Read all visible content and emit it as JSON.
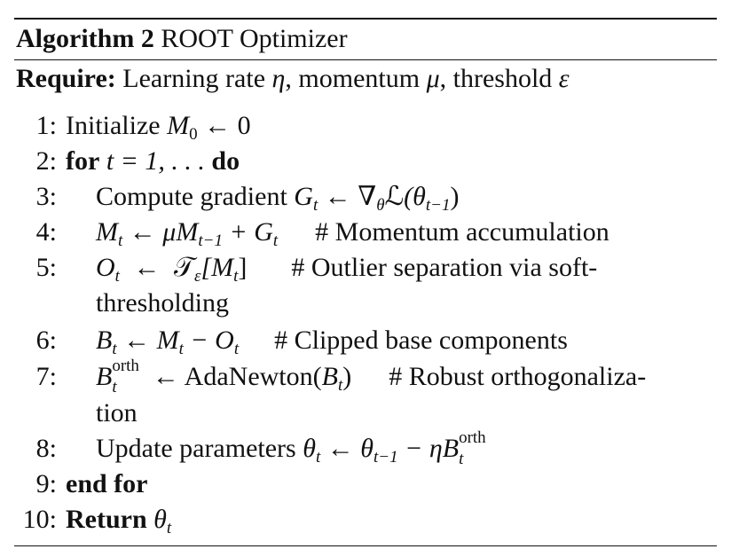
{
  "caption": {
    "label": "Algorithm 2",
    "title": "ROOT Optimizer"
  },
  "require": {
    "label": "Require:",
    "text_a": "Learning rate ",
    "eta": "η",
    "text_b": ", momentum ",
    "mu": "μ",
    "text_c": ", threshold ",
    "eps": "ε"
  },
  "steps": [
    {
      "num": "1:"
    },
    {
      "num": "2:"
    },
    {
      "num": "3:"
    },
    {
      "num": "4:"
    },
    {
      "num": "5:"
    },
    {
      "num": "6:"
    },
    {
      "num": "7:"
    },
    {
      "num": "8:"
    },
    {
      "num": "9:"
    },
    {
      "num": "10:"
    }
  ],
  "s1": {
    "text": "Initialize ",
    "M": "M",
    "sub": "0",
    "rest": " ← 0"
  },
  "s2": {
    "kw_for": "for",
    "expr": " t = 1, . . . ",
    "kw_do": "do"
  },
  "s3": {
    "text": "Compute gradient ",
    "G": "G",
    "sub_t": "t",
    "arrow": " ← ∇",
    "sub_theta": "θ",
    "L": "ℒ",
    "open": "(θ",
    "sub_tm1": "t−1",
    "close": ")"
  },
  "s4": {
    "M": "M",
    "sub_t": "t",
    "mid": " ← μM",
    "sub_tm1": "t−1",
    "plus": " + G",
    "sub_t2": "t",
    "comment": "# Momentum accumulation"
  },
  "s5": {
    "O": "O",
    "sub_t": "t",
    "arrow": " ← ",
    "T": "𝒯",
    "sub_eps": "ε",
    "br": "[M",
    "sub_t2": "t",
    "br_close": "]",
    "comment": "# Outlier separation via soft-",
    "cont": "thresholding"
  },
  "s6": {
    "B": "B",
    "sub_t": "t",
    "mid": " ← M",
    "sub_t2": "t",
    "minus": " − O",
    "sub_t3": "t",
    "comment": "# Clipped base components"
  },
  "s7": {
    "B": "B",
    "sup": "orth",
    "sub_t": "t",
    "arrow": " ← AdaNewton(",
    "B2": "B",
    "sub_t2": "t",
    "close": ")",
    "comment": "# Robust orthogonaliza-",
    "cont": "tion"
  },
  "s8": {
    "text": "Update parameters ",
    "theta": "θ",
    "sub_t": "t",
    "arrow": " ← θ",
    "sub_tm1": "t−1",
    "minus": " − ηB",
    "sup": "orth",
    "sub_t2": "t"
  },
  "s9": {
    "kw": "end for"
  },
  "s10": {
    "kw": "Return",
    "theta": " θ",
    "sub_t": "t"
  }
}
